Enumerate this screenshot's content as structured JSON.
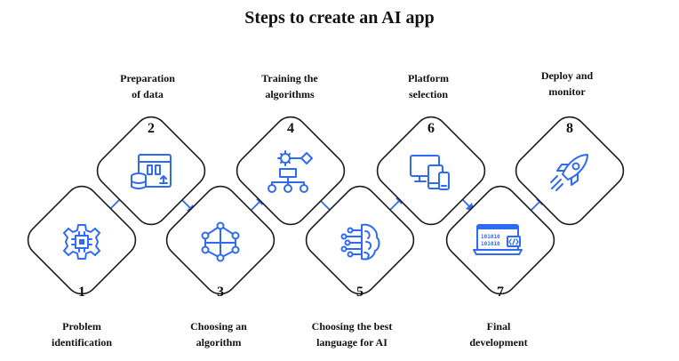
{
  "title": "Steps to create an AI app",
  "steps": [
    {
      "number": "1",
      "label_lines": [
        "Problem",
        "identification"
      ],
      "icon": "gear-chip-icon"
    },
    {
      "number": "2",
      "label_lines": [
        "Preparation",
        "of data"
      ],
      "icon": "data-preparation-icon"
    },
    {
      "number": "3",
      "label_lines": [
        "Choosing an",
        "algorithm"
      ],
      "icon": "network-graph-icon"
    },
    {
      "number": "4",
      "label_lines": [
        "Training the",
        "algorithms"
      ],
      "icon": "flowchart-icon"
    },
    {
      "number": "5",
      "label_lines": [
        "Choosing the best",
        "language for AI"
      ],
      "icon": "ai-brain-icon"
    },
    {
      "number": "6",
      "label_lines": [
        "Platform",
        "selection"
      ],
      "icon": "devices-icon"
    },
    {
      "number": "7",
      "label_lines": [
        "Final",
        "development"
      ],
      "icon": "laptop-code-icon"
    },
    {
      "number": "8",
      "label_lines": [
        "Deploy and",
        "monitor"
      ],
      "icon": "rocket-icon"
    }
  ],
  "colors": {
    "accent": "#2f6bf2",
    "outline": "#1c1c1c",
    "text": "#111111"
  }
}
